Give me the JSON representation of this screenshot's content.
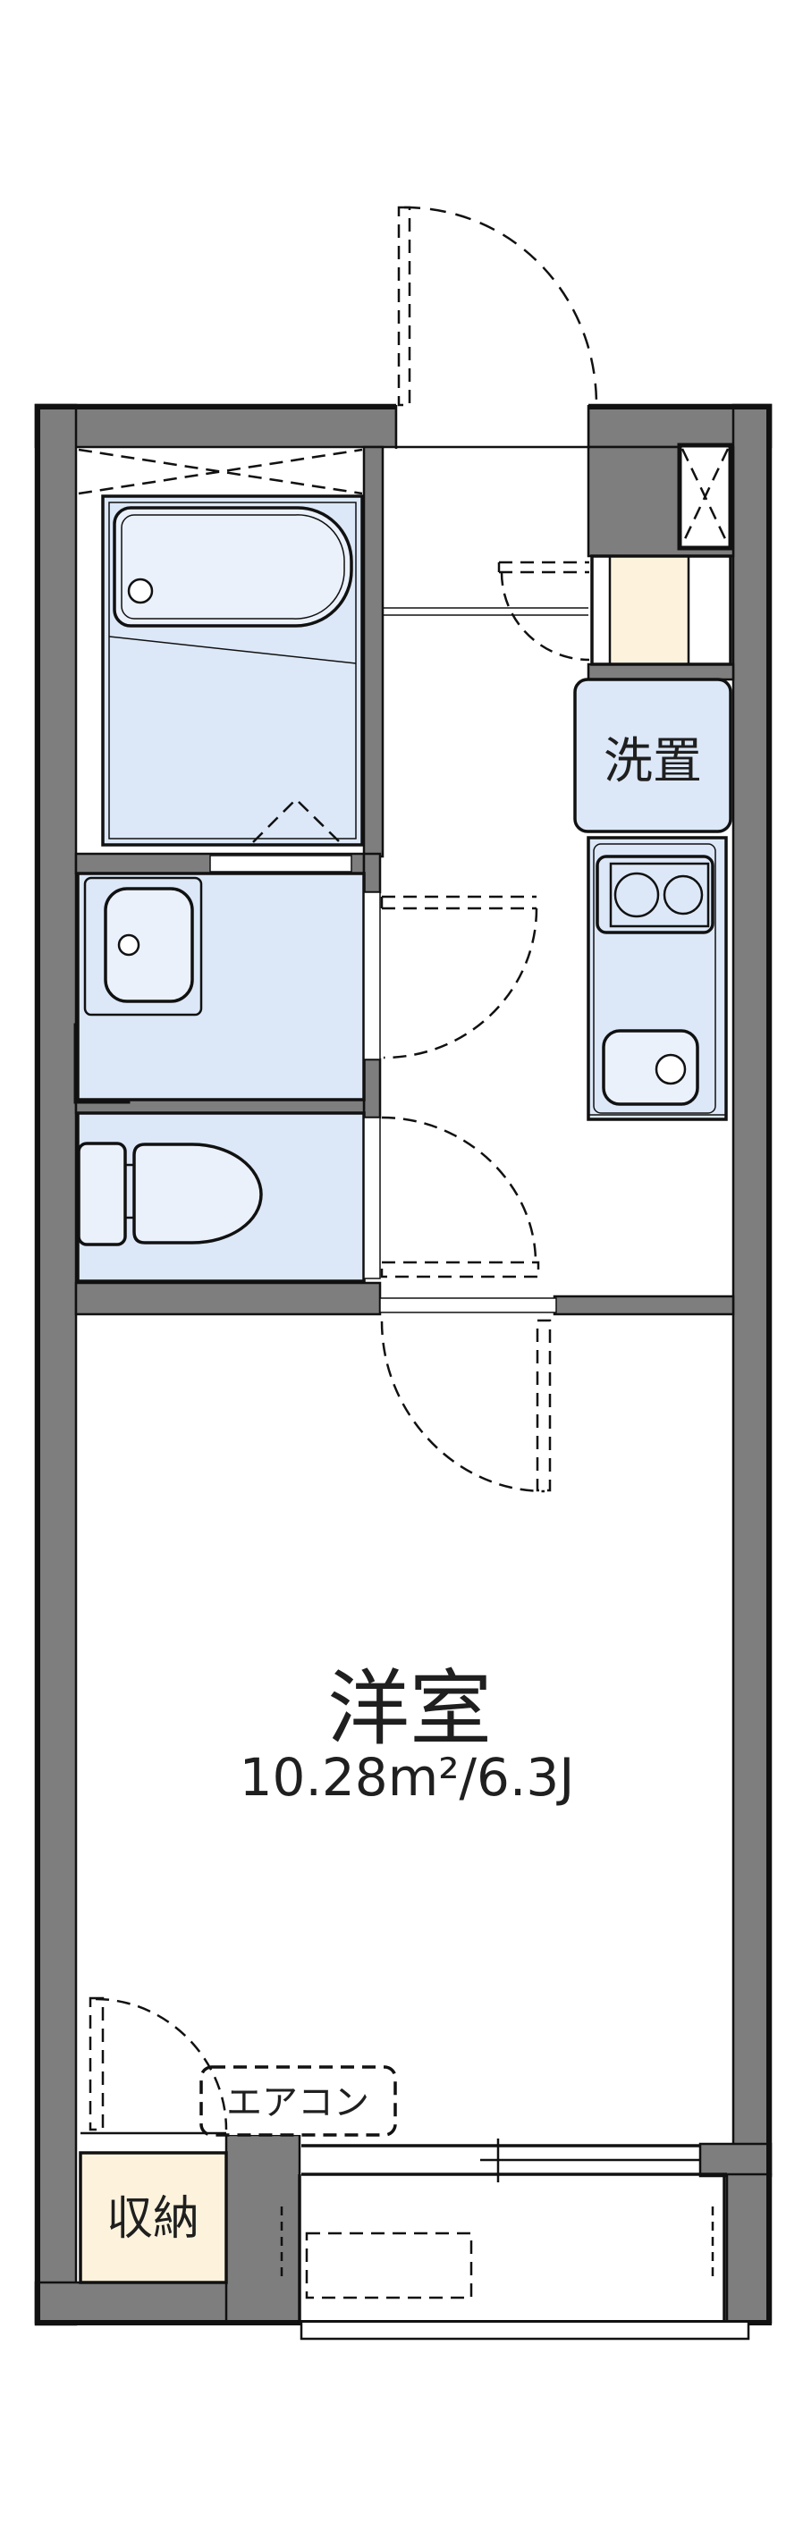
{
  "plan": {
    "type": "apartment-floorplan",
    "rooms": {
      "western_room": {
        "name": "洋室",
        "area": "10.28m²/6.3J"
      },
      "storage": {
        "label": "収納"
      },
      "laundry_space": {
        "label": "洗置"
      },
      "aircon": {
        "label": "エアコン"
      }
    },
    "colors": {
      "wall_gray": "#7e7e7e",
      "fixture_blue": "#dce8f8",
      "fixture_light": "#eaf1fb",
      "storage_cream": "#fdf3dd",
      "line_black": "#111111",
      "background": "#ffffff"
    },
    "fixtures": [
      "entrance-door-swing",
      "inner-door-swing",
      "pipe-space-x-2",
      "shoe-cabinet",
      "washing-machine-space",
      "two-burner-stove",
      "kitchen-sink",
      "bathtub-unit",
      "washbasin",
      "toilet",
      "closet-door-swing",
      "air-conditioner",
      "sliding-window",
      "balcony-layout-mark"
    ]
  }
}
